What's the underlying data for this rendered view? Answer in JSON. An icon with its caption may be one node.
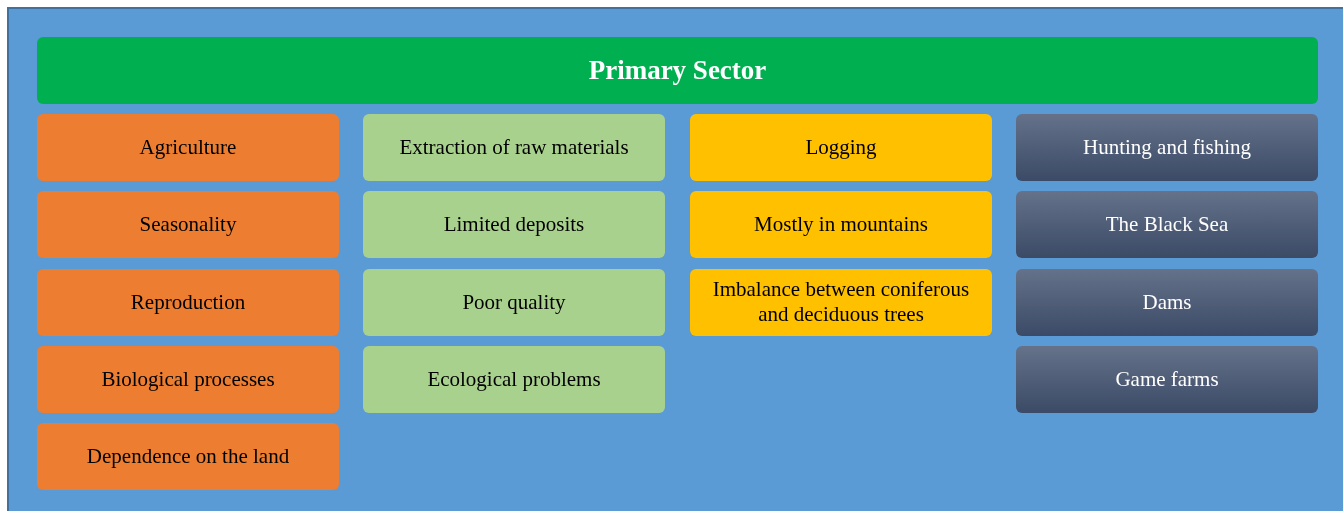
{
  "diagram": {
    "nodes": [
      {
        "text": [
          "Primary Sector"
        ]
      },
      {
        "text": [
          "Agriculture"
        ]
      },
      {
        "text": [
          "Seasonality"
        ]
      },
      {
        "text": [
          "Reproduction"
        ]
      },
      {
        "text": [
          "Biological processes"
        ]
      },
      {
        "text": [
          "Dependence on the land"
        ]
      },
      {
        "text": [
          "Extraction of raw materials"
        ]
      },
      {
        "text": [
          "Limited deposits"
        ]
      },
      {
        "text": [
          "Poor quality"
        ]
      },
      {
        "text": [
          "Ecological problems"
        ]
      },
      {
        "text": [
          "Logging"
        ]
      },
      {
        "text": [
          "Mostly in mountains"
        ]
      },
      {
        "text": [
          "Imbalance between coniferous and deciduous trees"
        ]
      },
      {
        "text": [
          "Hunting and fishing"
        ]
      },
      {
        "text": [
          "The Black Sea"
        ]
      },
      {
        "text": [
          "Dams"
        ]
      },
      {
        "text": [
          "Game farms"
        ]
      }
    ]
  }
}
